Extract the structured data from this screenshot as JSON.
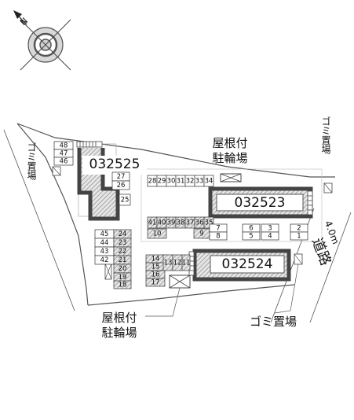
{
  "compass": {
    "north_label": "N"
  },
  "buildings": [
    {
      "id": "b1",
      "label": "032525"
    },
    {
      "id": "b2",
      "label": "032523"
    },
    {
      "id": "b3",
      "label": "032524"
    }
  ],
  "labels": {
    "bike_parking_top_line1": "屋根付",
    "bike_parking_top_line2": "駐輪場",
    "bike_parking_bottom_line1": "屋根付",
    "bike_parking_bottom_line2": "駐輪場",
    "trash_left": "ゴミ置場",
    "trash_right_top": "ゴミ置場",
    "trash_bottom": "ゴミ置場",
    "road_width": "4.0m",
    "road_name": "道路"
  },
  "parking_slots": [
    {
      "id": "48",
      "hatched": false
    },
    {
      "id": "47",
      "hatched": false
    },
    {
      "id": "46",
      "hatched": false
    },
    {
      "id": "27",
      "hatched": false
    },
    {
      "id": "26",
      "hatched": false
    },
    {
      "id": "25",
      "hatched": false
    },
    {
      "id": "28",
      "hatched": false
    },
    {
      "id": "29",
      "hatched": false
    },
    {
      "id": "30",
      "hatched": false
    },
    {
      "id": "31",
      "hatched": false
    },
    {
      "id": "32",
      "hatched": false
    },
    {
      "id": "33",
      "hatched": false
    },
    {
      "id": "34",
      "hatched": false
    },
    {
      "id": "41",
      "hatched": true
    },
    {
      "id": "40",
      "hatched": true
    },
    {
      "id": "39",
      "hatched": true
    },
    {
      "id": "38",
      "hatched": true
    },
    {
      "id": "37",
      "hatched": true
    },
    {
      "id": "36",
      "hatched": true
    },
    {
      "id": "35",
      "hatched": true
    },
    {
      "id": "10",
      "hatched": true
    },
    {
      "id": "9",
      "hatched": true
    },
    {
      "id": "7",
      "hatched": false
    },
    {
      "id": "8",
      "hatched": false
    },
    {
      "id": "6",
      "hatched": false
    },
    {
      "id": "3",
      "hatched": false
    },
    {
      "id": "5",
      "hatched": false
    },
    {
      "id": "4",
      "hatched": false
    },
    {
      "id": "2",
      "hatched": false
    },
    {
      "id": "1",
      "hatched": false
    },
    {
      "id": "45",
      "hatched": false
    },
    {
      "id": "44",
      "hatched": false
    },
    {
      "id": "43",
      "hatched": false
    },
    {
      "id": "42",
      "hatched": false
    },
    {
      "id": "24",
      "hatched": true
    },
    {
      "id": "23",
      "hatched": true
    },
    {
      "id": "22",
      "hatched": true
    },
    {
      "id": "21",
      "hatched": true
    },
    {
      "id": "20",
      "hatched": true
    },
    {
      "id": "19",
      "hatched": true
    },
    {
      "id": "18",
      "hatched": true
    },
    {
      "id": "14",
      "hatched": true
    },
    {
      "id": "15",
      "hatched": true
    },
    {
      "id": "16",
      "hatched": true
    },
    {
      "id": "17",
      "hatched": true
    },
    {
      "id": "13",
      "hatched": true
    },
    {
      "id": "12",
      "hatched": true
    },
    {
      "id": "11",
      "hatched": true
    }
  ]
}
